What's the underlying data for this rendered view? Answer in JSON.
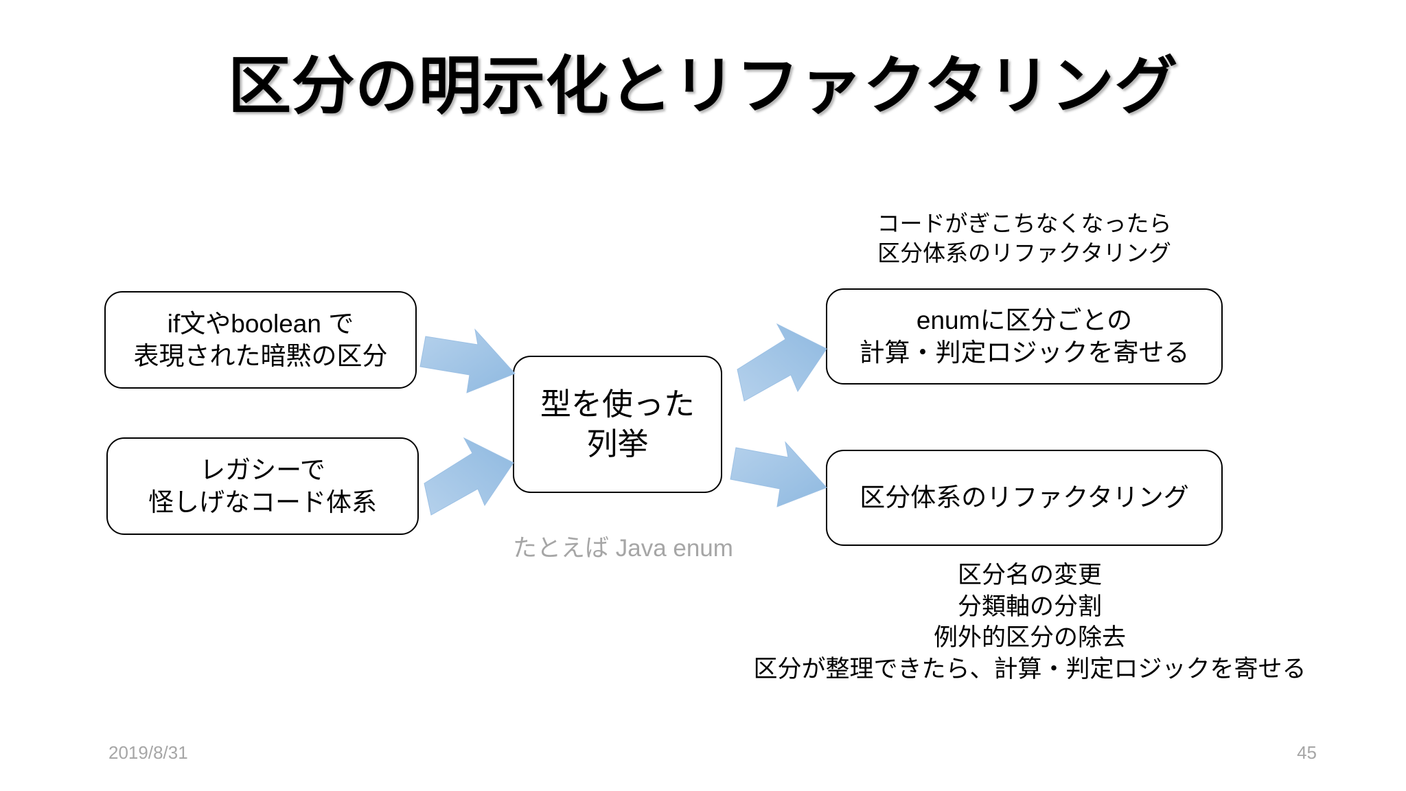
{
  "slide": {
    "title": "区分の明示化とリファクタリング",
    "background_color": "#FFFFFF",
    "accent_color": "#9DC3E6",
    "text_color": "#000000",
    "muted_color": "#A6A6A6"
  },
  "diagram": {
    "nodes": [
      {
        "id": "implicit-classification",
        "lines": [
          "if文やboolean で",
          "表現された暗黙の区分"
        ]
      },
      {
        "id": "legacy-code",
        "lines": [
          "レガシーで",
          "怪しげなコード体系"
        ]
      },
      {
        "id": "enum-type",
        "lines": [
          "型を使った",
          "列挙"
        ]
      },
      {
        "id": "enum-logic",
        "lines": [
          "enumに区分ごとの",
          "計算・判定ロジックを寄せる"
        ]
      },
      {
        "id": "refactor-classification",
        "lines": [
          "区分体系のリファクタリング"
        ]
      }
    ],
    "arrows": [
      {
        "id": "left-upper",
        "direction": "down-right"
      },
      {
        "id": "left-lower",
        "direction": "up-right"
      },
      {
        "id": "right-upper",
        "direction": "up-right"
      },
      {
        "id": "right-lower",
        "direction": "down-right"
      }
    ],
    "annotations": {
      "example_label": "たとえば Java enum",
      "top_right": [
        "コードがぎこちなくなったら",
        "区分体系のリファクタリング"
      ],
      "bottom_right": [
        "区分名の変更",
        "分類軸の分割",
        "例外的区分の除去",
        "区分が整理できたら、計算・判定ロジックを寄せる"
      ]
    }
  },
  "footer": {
    "date": "2019/8/31",
    "page_number": "45"
  }
}
